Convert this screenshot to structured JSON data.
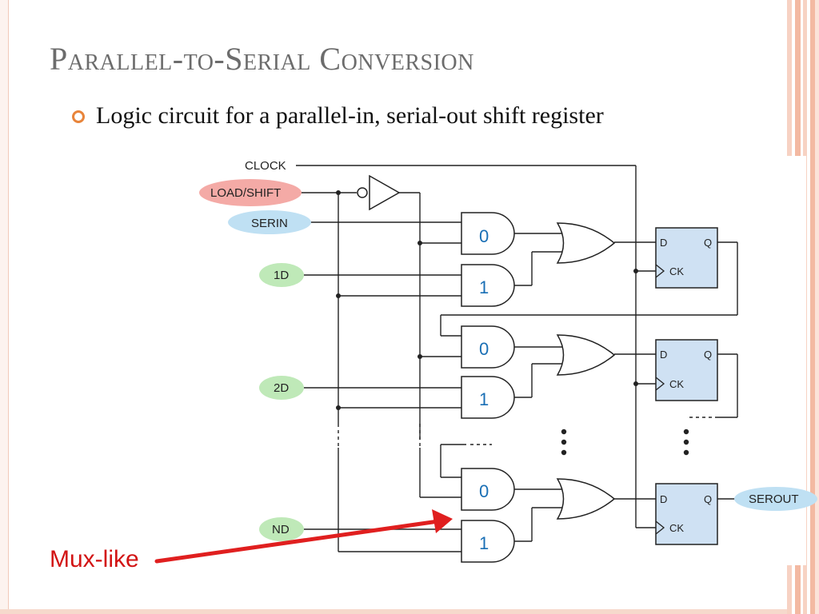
{
  "slide": {
    "title": "Parallel-to-Serial Conversion",
    "bullet": "Logic circuit for a parallel-in, serial-out shift register"
  },
  "diagram": {
    "labels": {
      "clock": "CLOCK",
      "load_shift": "LOAD/SHIFT",
      "serin": "SERIN",
      "d1": "1D",
      "d2": "2D",
      "dn": "ND",
      "serout": "SEROUT"
    },
    "gate_labels": {
      "and0": "0",
      "and1": "1"
    },
    "flipflop_labels": {
      "d": "D",
      "q": "Q",
      "ck": "CK"
    },
    "annotation": "Mux-like"
  },
  "colors": {
    "title_text": "#6c6c6c",
    "bullet": "#e8843a",
    "wire": "#222222",
    "flipflop_fill": "#cfe1f3",
    "gate_number": "#1a6fb5",
    "load_shift_highlight": "#f4aaa6",
    "serin_serout_highlight": "#bfe0f3",
    "data_input_highlight": "#bfe9b8",
    "arrow": "#e01f1f"
  }
}
